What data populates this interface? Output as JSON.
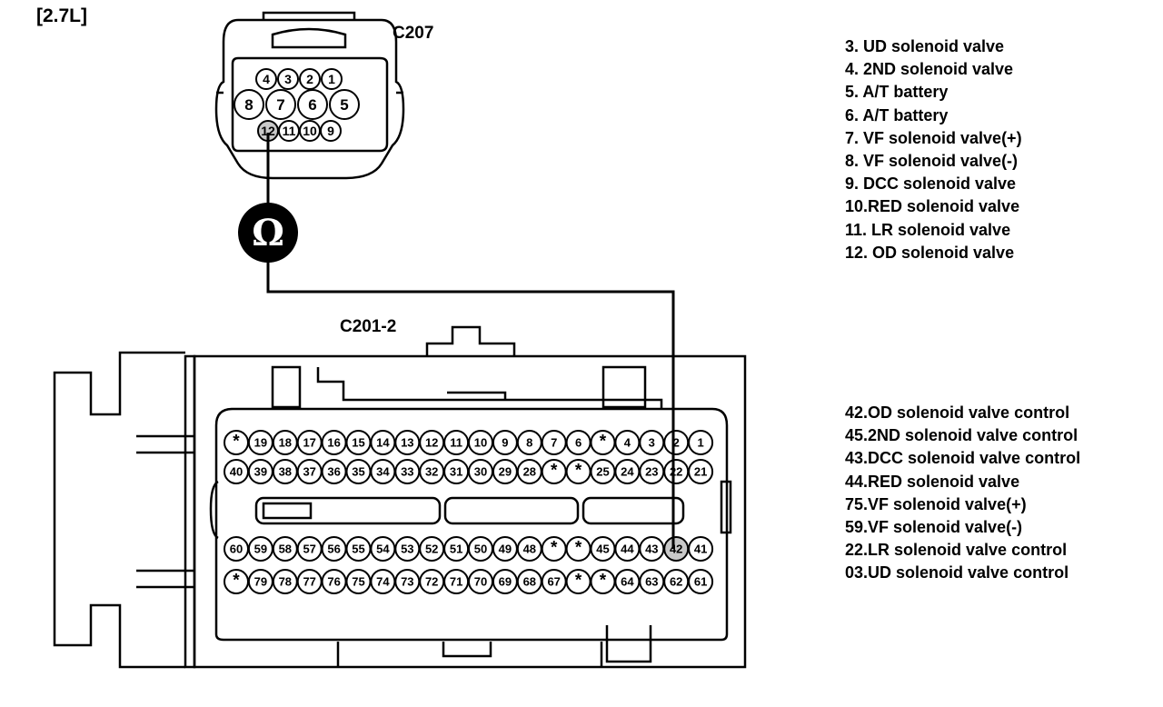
{
  "engine_tag": "[2.7L]",
  "meter_symbol": "Ω",
  "connector_c207": {
    "name": "C207",
    "row_top": [
      "4",
      "3",
      "2",
      "1"
    ],
    "row_mid": [
      "8",
      "7",
      "6",
      "5"
    ],
    "row_bot": [
      "12",
      "11",
      "10",
      "9"
    ],
    "probed_pin": "12"
  },
  "connector_c201": {
    "name": "C201-2",
    "row1": [
      "*",
      "19",
      "18",
      "17",
      "16",
      "15",
      "14",
      "13",
      "12",
      "11",
      "10",
      "9",
      "8",
      "7",
      "6",
      "*",
      "4",
      "3",
      "2",
      "1"
    ],
    "row2": [
      "40",
      "39",
      "38",
      "37",
      "36",
      "35",
      "34",
      "33",
      "32",
      "31",
      "30",
      "29",
      "28",
      "*",
      "*",
      "25",
      "24",
      "23",
      "22",
      "21"
    ],
    "row3": [
      "60",
      "59",
      "58",
      "57",
      "56",
      "55",
      "54",
      "53",
      "52",
      "51",
      "50",
      "49",
      "48",
      "*",
      "*",
      "45",
      "44",
      "43",
      "42",
      "41"
    ],
    "row4": [
      "*",
      "79",
      "78",
      "77",
      "76",
      "75",
      "74",
      "73",
      "72",
      "71",
      "70",
      "69",
      "68",
      "67",
      "*",
      "*",
      "64",
      "63",
      "62",
      "61"
    ],
    "probed_pin": "42"
  },
  "legend_c207": [
    "3. UD solenoid valve",
    "4. 2ND solenoid valve",
    "5. A/T battery",
    "6. A/T battery",
    "7. VF solenoid valve(+)",
    "8. VF solenoid valve(-)",
    "9. DCC solenoid valve",
    "10.RED solenoid valve",
    "11. LR solenoid valve",
    "12. OD solenoid valve"
  ],
  "legend_c201": [
    "42.OD solenoid valve control",
    "45.2ND solenoid valve control",
    "43.DCC solenoid valve control",
    "44.RED solenoid valve",
    "75.VF solenoid valve(+)",
    "59.VF solenoid valve(-)",
    "22.LR solenoid valve control",
    "03.UD solenoid valve control"
  ]
}
